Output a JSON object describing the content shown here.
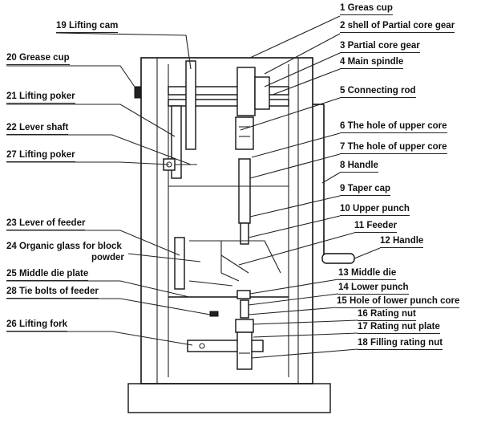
{
  "labels": {
    "l1": "1 Greas cup",
    "l2": "2 shell of Partial core gear",
    "l3": "3 Partial core gear",
    "l4": "4 Main spindle",
    "l5": "5 Connecting rod",
    "l6": "6 The hole of upper core",
    "l7": "7 The hole of upper core",
    "l8": "8 Handle",
    "l9": "9 Taper cap",
    "l10": "10 Upper punch",
    "l11": "11 Feeder",
    "l12": "12 Handle",
    "l13": "13 Middle die",
    "l14": "14 Lower punch",
    "l15": "15 Hole of lower punch core",
    "l16": "16 Rating nut",
    "l17": "17 Rating nut plate",
    "l18": "18 Filling rating nut",
    "l19": "19 Lifting cam",
    "l20": "20 Grease cup",
    "l21": "21 Lifting poker",
    "l22": "22 Lever shaft",
    "l27": "27 Lifting poker",
    "l23": "23 Lever of feeder",
    "l24a": "24 Organic glass for block",
    "l24b": "powder",
    "l25": "25 Middle die plate",
    "l28": "28 Tie bolts of feeder",
    "l26": "26 Lifting fork"
  }
}
